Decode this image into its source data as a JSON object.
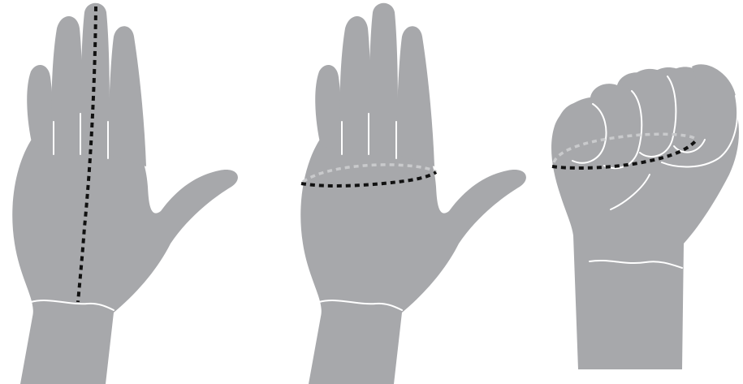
{
  "figure": {
    "panels": [
      {
        "id": "hand-length",
        "measure": "middle-finger-tip-to-wrist"
      },
      {
        "id": "palm-circumference",
        "measure": "around-palm-below-knuckles"
      },
      {
        "id": "fist-circumference",
        "measure": "around-closed-fist"
      }
    ]
  },
  "colors": {
    "background": "#ffffff",
    "skin": "#a7a8ab",
    "crease": "#ffffff",
    "measure_line": "#111111",
    "measure_line_hidden": "#c9cacc"
  }
}
